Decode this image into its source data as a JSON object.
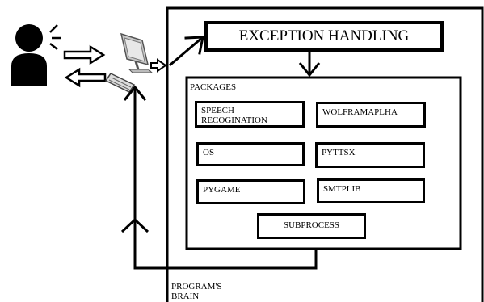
{
  "diagram": {
    "exception_label": "EXCEPTION HANDLING",
    "packages_label": "PACKAGES",
    "brain_label_line1": "PROGRAM'S",
    "brain_label_line2": "BRAIN",
    "packages": {
      "speech_line1": "SPEECH",
      "speech_line2": "RECOGINATION",
      "wolfram": "WOLFRAMAPLHA",
      "os": "OS",
      "pyttsx": "PYTTSX",
      "pygame": "PYGAME",
      "smtplib": "SMTPLIB",
      "subprocess": "SUBPROCESS"
    }
  },
  "icons": [
    "user-icon",
    "sound-waves-icon",
    "computer-icon",
    "keyboard-icon"
  ],
  "colors": {
    "ink": "#000000",
    "monitor": "#c8c8c8",
    "screen": "#e8e8e8"
  }
}
